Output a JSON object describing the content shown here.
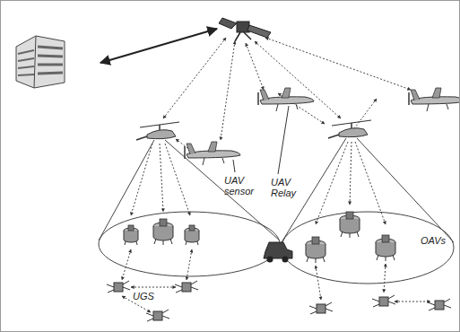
{
  "diagram": {
    "labels": [
      "UAV sensor",
      "UAV Relay",
      "OAVs",
      "UGS"
    ]
  }
}
